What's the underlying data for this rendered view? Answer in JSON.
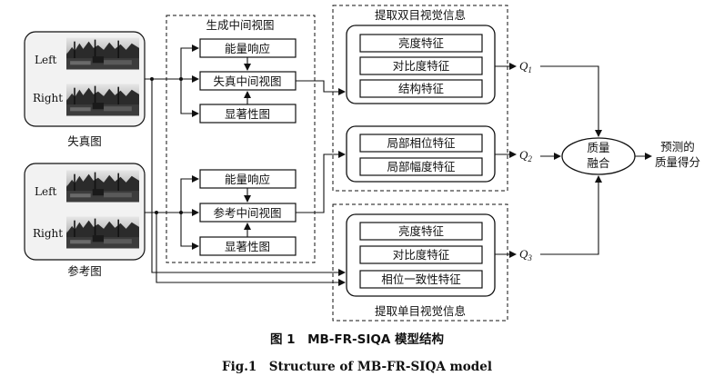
{
  "groups": {
    "generate": "生成中间视图",
    "binocular": "提取双目视觉信息",
    "monocular": "提取单目视觉信息"
  },
  "inputs": {
    "distorted": {
      "label": "失真图",
      "left": "Left",
      "right": "Right"
    },
    "reference": {
      "label": "参考图",
      "left": "Left",
      "right": "Right"
    }
  },
  "intermediate": {
    "top": {
      "energy": "能量响应",
      "view": "失真中间视图",
      "saliency": "显著性图"
    },
    "bottom": {
      "energy": "能量响应",
      "view": "参考中间视图",
      "saliency": "显著性图"
    }
  },
  "features": {
    "binocular_a": [
      "亮度特征",
      "对比度特征",
      "结构特征"
    ],
    "binocular_b": [
      "局部相位特征",
      "局部幅度特征"
    ],
    "monocular": [
      "亮度特征",
      "对比度特征",
      "相位一致性特征"
    ]
  },
  "outputs": {
    "q1": {
      "symbol": "Q",
      "sub": "1"
    },
    "q2": {
      "symbol": "Q",
      "sub": "2"
    },
    "q3": {
      "symbol": "Q",
      "sub": "3"
    }
  },
  "fusion": {
    "line1": "质量",
    "line2": "融合"
  },
  "result": {
    "line1": "预测的",
    "line2": "质量得分"
  },
  "caption": {
    "cn": "图 1　MB-FR-SIQA 模型结构",
    "en": "Fig.1　Structure of MB-FR-SIQA model"
  },
  "colors": {
    "line": "#111111",
    "panel_fill": "#f2f2f2",
    "photo_dark": "#2a2a2a",
    "photo_sky": "#dcdcdc"
  }
}
